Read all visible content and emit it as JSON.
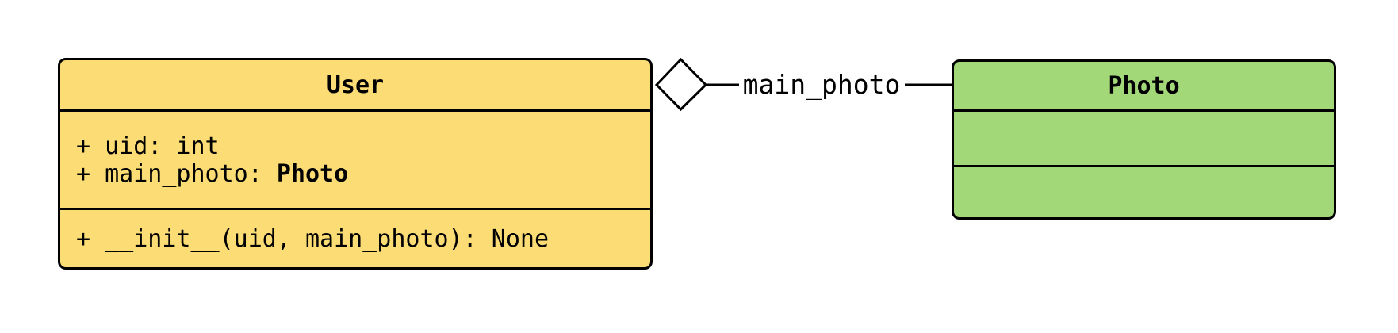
{
  "canvas": {
    "background": "#ffffff",
    "border_color": "#000000"
  },
  "classes": {
    "user": {
      "title": "User",
      "fill": "#fcdc75",
      "attributes": {
        "uid": "+ uid: int",
        "main_photo_prefix": "+ main_photo: ",
        "main_photo_type": "Photo"
      },
      "methods": {
        "init": "+ __init__(uid, main_photo): None"
      }
    },
    "photo": {
      "title": "Photo",
      "fill": "#a3d878"
    }
  },
  "relationship": {
    "type": "aggregation",
    "label": "main_photo",
    "diamond_fill": "#ffffff",
    "line_color": "#000000"
  }
}
